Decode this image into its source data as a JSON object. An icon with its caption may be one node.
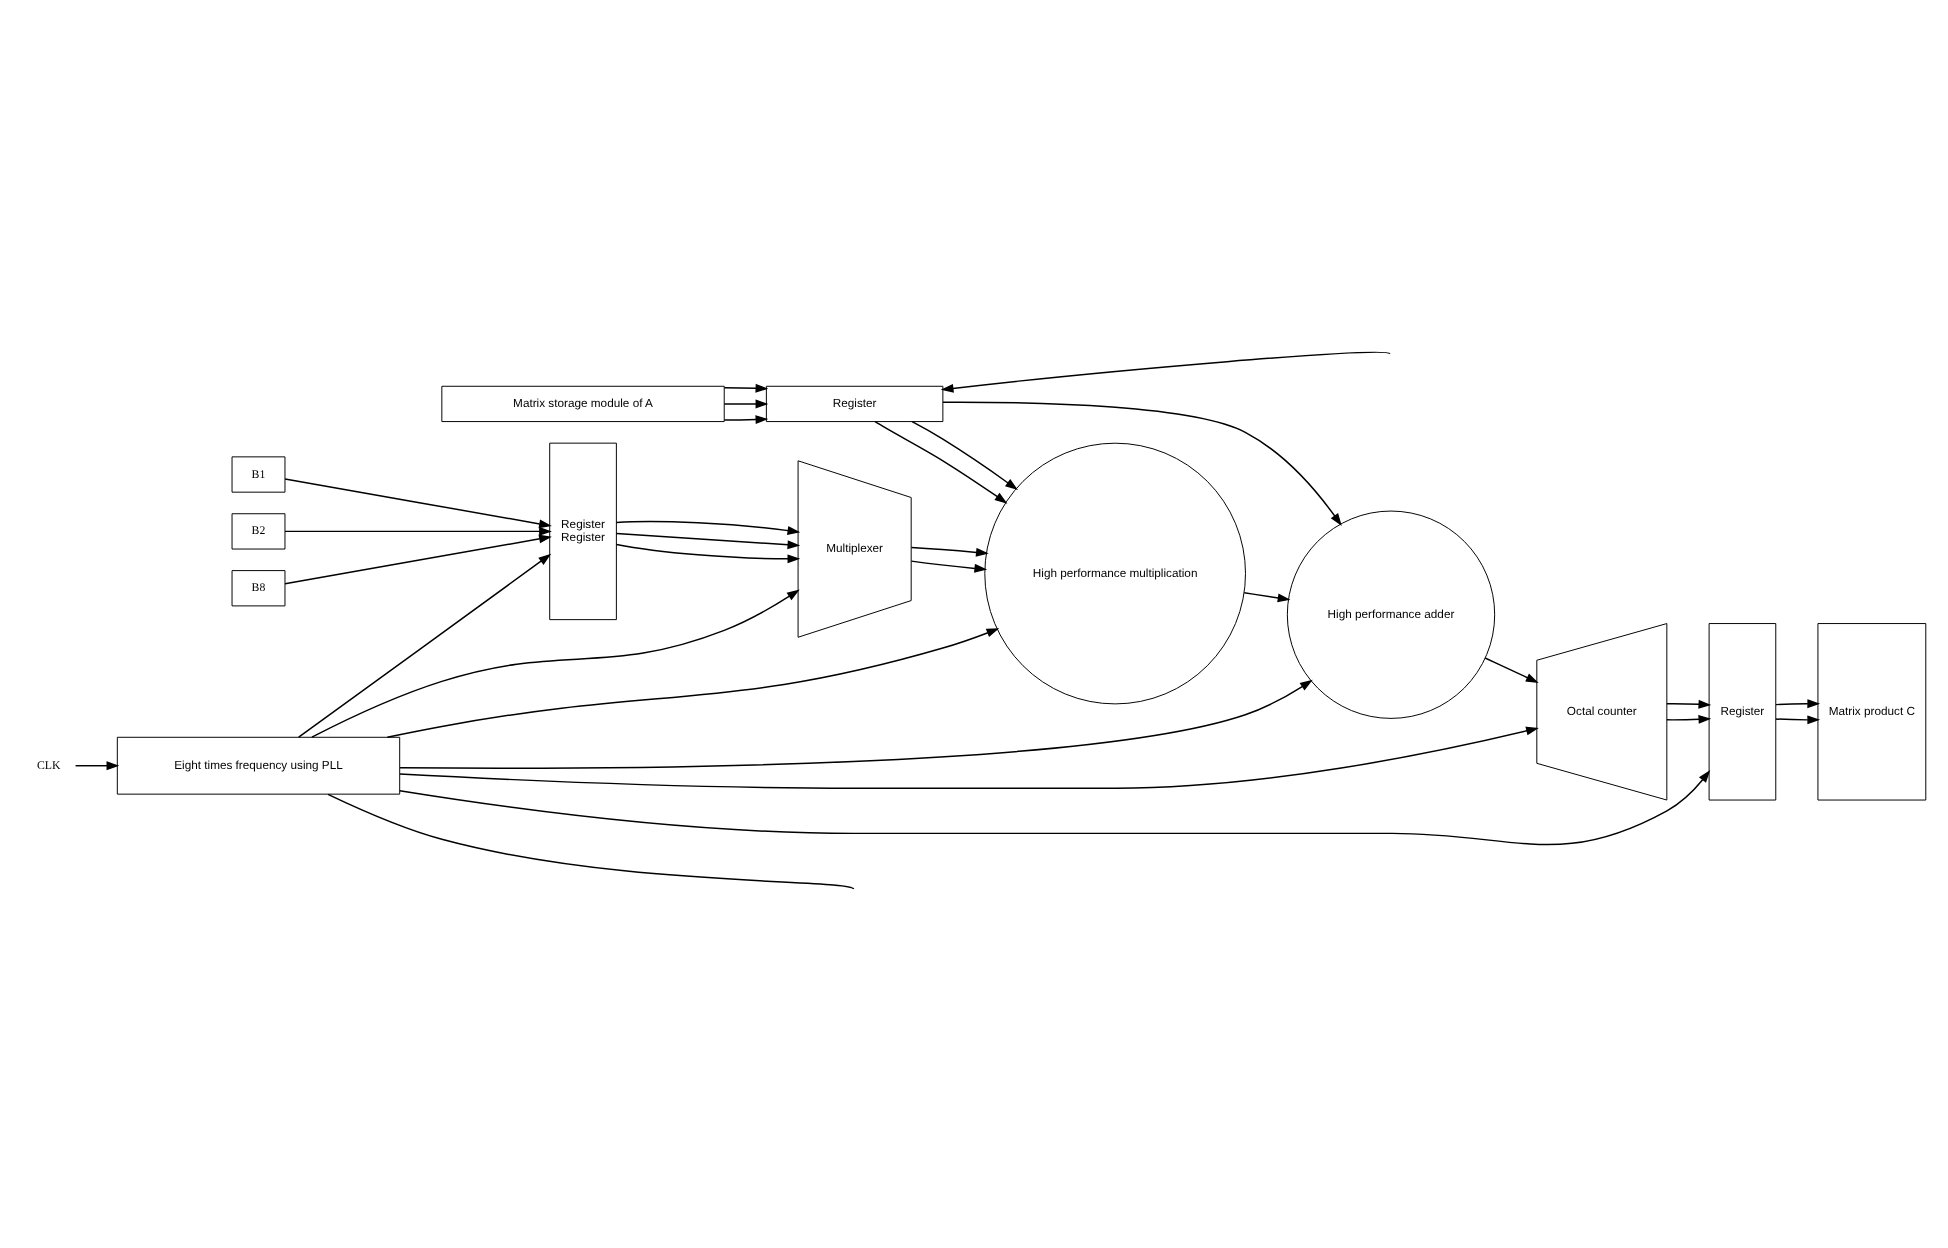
{
  "diagram": {
    "nodes": [
      {
        "text": [
          "Matrix storage module of A"
        ]
      },
      {
        "text": [
          "Register"
        ]
      },
      {
        "text": [
          "B1"
        ]
      },
      {
        "text": [
          "B2"
        ]
      },
      {
        "text": [
          "B8"
        ]
      },
      {
        "text": [
          "Register",
          "Register"
        ]
      },
      {
        "text": [
          "Multiplexer"
        ]
      },
      {
        "text": [
          "High performance multiplication"
        ]
      },
      {
        "text": [
          "High performance adder"
        ]
      },
      {
        "text": [
          "Octal counter"
        ]
      },
      {
        "text": [
          "Register"
        ]
      },
      {
        "text": [
          "Matrix product C"
        ]
      },
      {
        "text": [
          "Eight times frequency using PLL"
        ]
      },
      {
        "text": [
          "CLK"
        ]
      }
    ],
    "edges": [
      {
        "from": 0,
        "to": 1,
        "arrow": "to"
      },
      {
        "from": 0,
        "to": 1,
        "arrow": "to"
      },
      {
        "from": 0,
        "to": 1,
        "arrow": "to"
      },
      {
        "from": null,
        "to": 1,
        "arrow": "to"
      },
      {
        "from": 1,
        "to": 7,
        "arrow": "to"
      },
      {
        "from": 1,
        "to": 7,
        "arrow": "to"
      },
      {
        "from": 1,
        "to": 8,
        "arrow": "to"
      },
      {
        "from": 2,
        "to": 5,
        "arrow": "to"
      },
      {
        "from": 3,
        "to": 5,
        "arrow": "to"
      },
      {
        "from": 4,
        "to": 5,
        "arrow": "to"
      },
      {
        "from": 5,
        "to": 6,
        "arrow": "to"
      },
      {
        "from": 5,
        "to": 6,
        "arrow": "to"
      },
      {
        "from": 5,
        "to": 6,
        "arrow": "to"
      },
      {
        "from": 6,
        "to": 7,
        "arrow": "to"
      },
      {
        "from": 6,
        "to": 7,
        "arrow": "to"
      },
      {
        "from": 7,
        "to": 8,
        "arrow": "to"
      },
      {
        "from": 8,
        "to": 9,
        "arrow": "to"
      },
      {
        "from": 9,
        "to": 10,
        "arrow": "to"
      },
      {
        "from": 9,
        "to": 10,
        "arrow": "to"
      },
      {
        "from": 10,
        "to": 11,
        "arrow": "to"
      },
      {
        "from": 10,
        "to": 11,
        "arrow": "to"
      },
      {
        "from": 12,
        "to": 5,
        "arrow": "to"
      },
      {
        "from": 12,
        "to": 6,
        "arrow": "to"
      },
      {
        "from": 12,
        "to": 7,
        "arrow": "to"
      },
      {
        "from": 12,
        "to": 8,
        "arrow": "to"
      },
      {
        "from": 12,
        "to": 9,
        "arrow": "to"
      },
      {
        "from": 12,
        "to": 10,
        "arrow": "to"
      },
      {
        "from": 12,
        "to": null,
        "arrow": "none"
      },
      {
        "from": 13,
        "to": 12,
        "arrow": "to"
      }
    ]
  }
}
